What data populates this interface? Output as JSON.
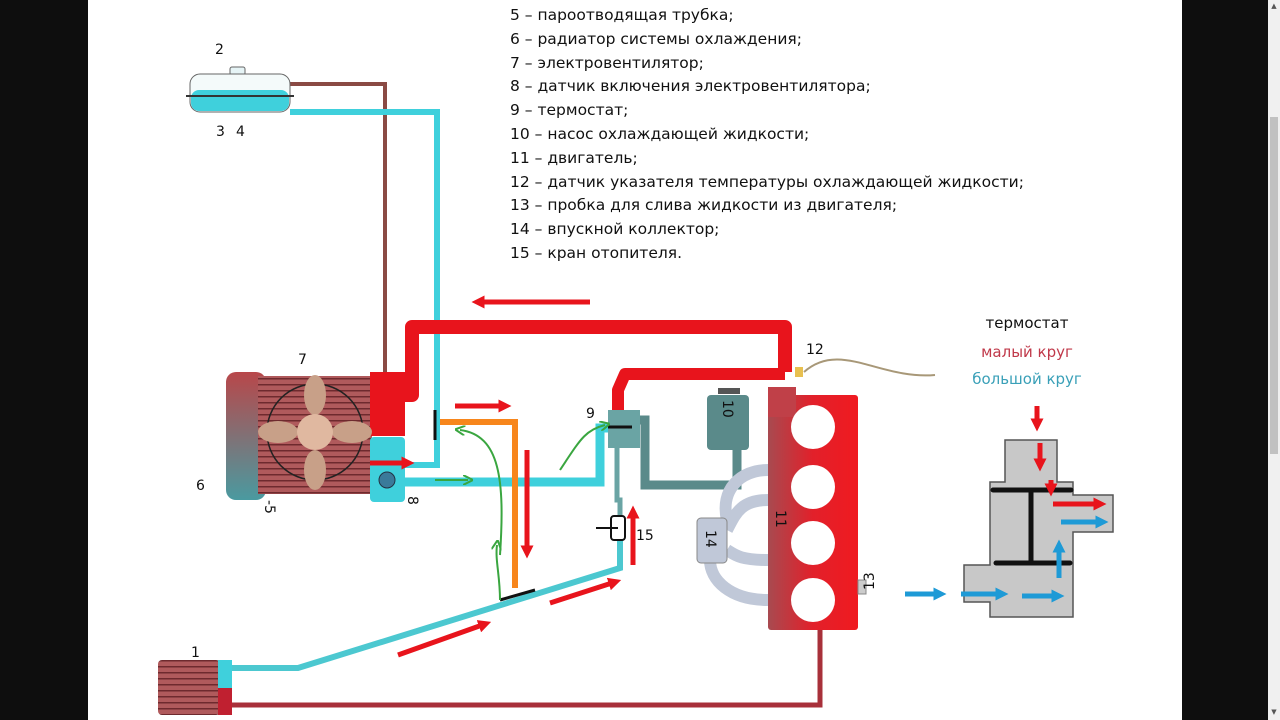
{
  "legend": [
    "5 – пароотводящая трубка;",
    "6 – радиатор системы охлаждения;",
    "7 – электровентилятор;",
    "8 – датчик включения электровентилятора;",
    "9 – термостат;",
    "10 – насос охлаждающей жидкости;",
    "11 – двигатель;",
    "12 – датчик указателя температуры охлаждающей жидкости;",
    "13 – пробка для слива жидкости из двигателя;",
    "14 – впускной коллектор;",
    "15 – кран отопителя."
  ],
  "labels": {
    "n1": "1",
    "n2": "2",
    "n3": "3",
    "n4": "4",
    "n5": "-5",
    "n6": "6",
    "n7": "7",
    "n8": "8",
    "n9": "9",
    "n10": "10",
    "n11": "11",
    "n12": "12",
    "n13": "13",
    "n14": "14",
    "n15": "15"
  },
  "thermostat": {
    "title": "термостат",
    "small_circuit": "малый круг",
    "big_circuit": "большой круг"
  },
  "colors": {
    "hot": "#e8141c",
    "cold": "#3fd0dc",
    "small_circuit": "#c0394a",
    "big_circuit": "#3aa0b8",
    "flow_arrow_blue": "#1e9ad6",
    "orange_pipe": "#f7861c",
    "green_flow": "#3aa640"
  },
  "scrollbar": {
    "up_icon": "▲",
    "down_icon": "▼"
  }
}
